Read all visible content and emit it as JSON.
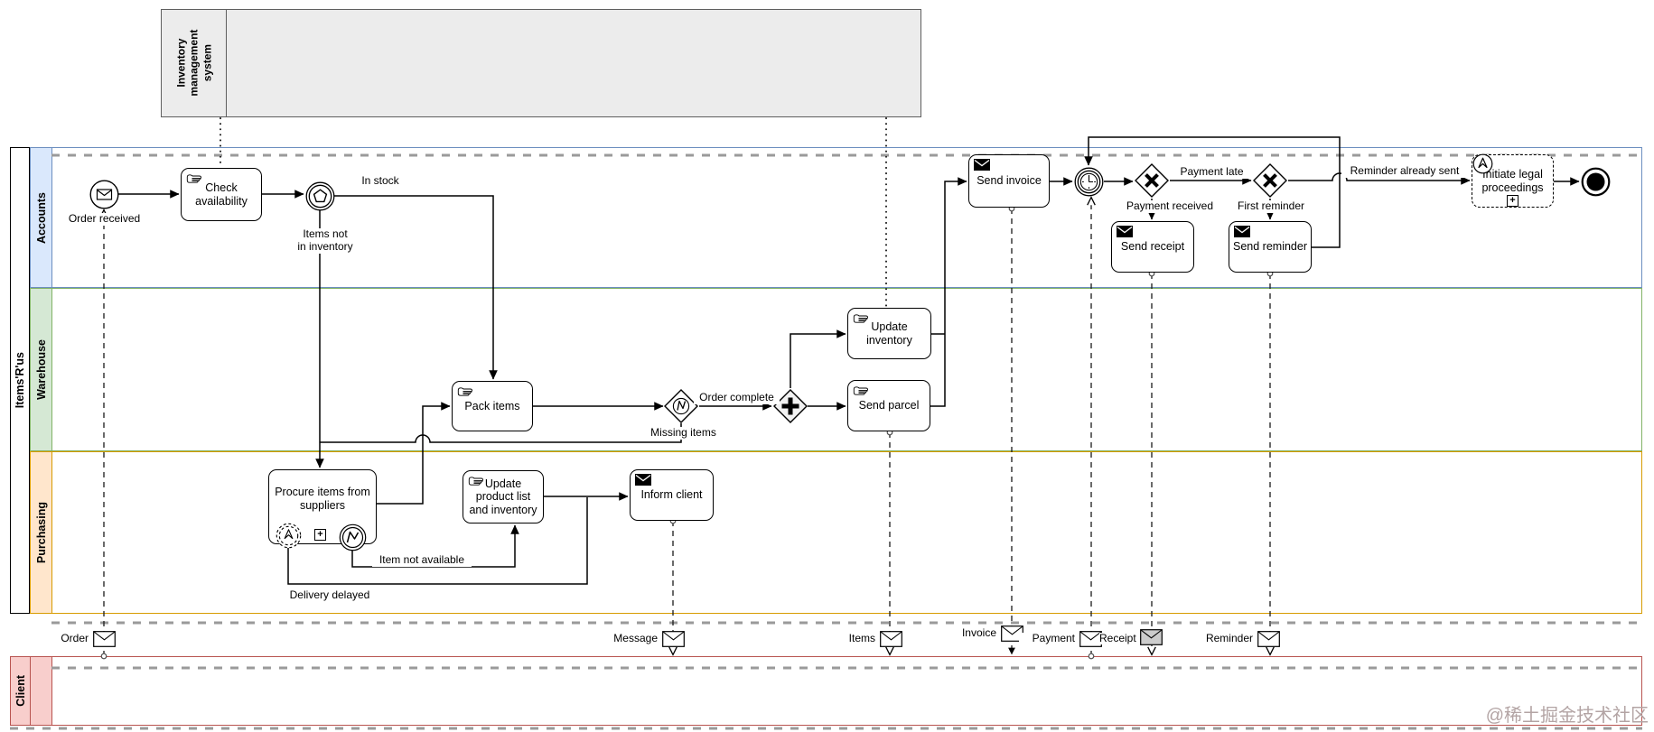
{
  "watermark": "@稀土掘金技术社区",
  "pools": {
    "inventory": {
      "label": "Inventory management system",
      "fill": "#ececec"
    },
    "company": {
      "label": "Items'R'us"
    },
    "client": {
      "label": "Client",
      "fill": "#f8cecc",
      "border": "#b85450"
    },
    "lanes": {
      "accounts": {
        "label": "Accounts",
        "fill": "#dae8fc",
        "border": "#6c8ebf"
      },
      "warehouse": {
        "label": "Warehouse",
        "fill": "#d5e8d4",
        "border": "#82b366"
      },
      "purchasing": {
        "label": "Purchasing",
        "fill": "#ffe6cc",
        "border": "#d79b00"
      }
    }
  },
  "tasks": {
    "check_availability": {
      "label": "Check availability",
      "type": "manual"
    },
    "send_invoice": {
      "label": "Send invoice",
      "type": "send"
    },
    "send_receipt": {
      "label": "Send receipt",
      "type": "send"
    },
    "send_reminder": {
      "label": "Send reminder",
      "type": "send"
    },
    "pack_items": {
      "label": "Pack items",
      "type": "manual"
    },
    "update_inventory": {
      "label": "Update inventory",
      "type": "manual"
    },
    "send_parcel": {
      "label": "Send parcel",
      "type": "manual"
    },
    "procure_items": {
      "label": "Procure items from suppliers",
      "type": "subprocess"
    },
    "update_product_list": {
      "label": "Update product list and inventory",
      "type": "manual"
    },
    "inform_client": {
      "label": "Inform client",
      "type": "send"
    },
    "initiate_legal": {
      "label": "Initiate legal proceedings",
      "type": "event-subprocess"
    }
  },
  "events": {
    "order_received": {
      "label": "Order received"
    }
  },
  "flow_labels": {
    "in_stock": "In stock",
    "items_not_in_inventory": "Items not\nin inventory",
    "missing_items": "Missing items",
    "order_complete": "Order complete",
    "payment_late": "Payment late",
    "payment_received": "Payment received",
    "first_reminder": "First reminder",
    "reminder_already_sent": "Reminder already sent",
    "item_not_available": "Item not available",
    "delivery_delayed": "Delivery delayed"
  },
  "messages": {
    "order": "Order",
    "message": "Message",
    "items": "Items",
    "invoice": "Invoice",
    "payment": "Payment",
    "receipt": "Receipt",
    "reminder": "Reminder"
  },
  "markers": {
    "plus": "+"
  }
}
